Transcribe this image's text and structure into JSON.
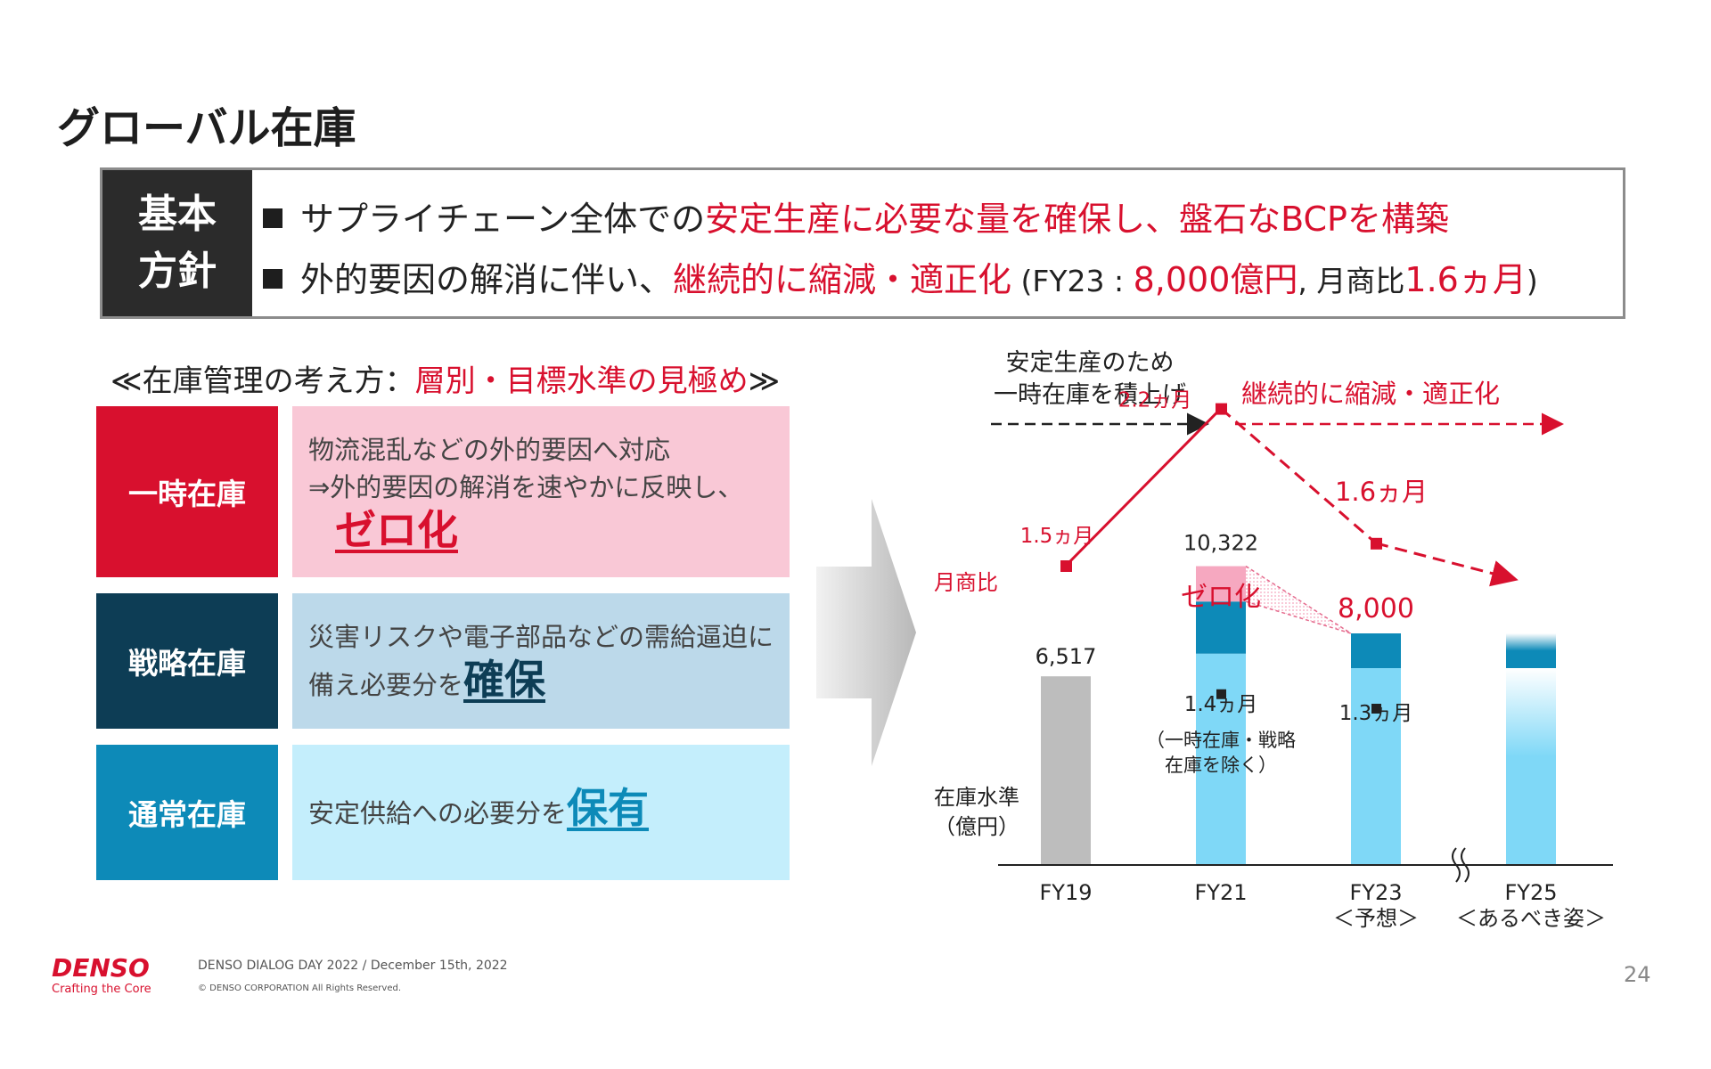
{
  "title": "グローバル在庫",
  "policy": {
    "label_line1": "基本",
    "label_line2": "方針",
    "line1": {
      "pre": "サプライチェーン全体での",
      "emph1": "安定生産に必要な量を確保し、",
      "emph2": "盤石なBCPを構築"
    },
    "line2": {
      "pre": "外的要因の解消に伴い、",
      "emph": "継続的に縮減・適正化",
      "paren_open": " (FY23 : ",
      "amount": "8,000億円",
      "mid": ", 月商比",
      "ratio": "1.6ヵ月",
      "paren_close": ")"
    }
  },
  "subheading": {
    "pre": "≪在庫管理の考え方：",
    "emph": "層別・目標水準の見極め",
    "post": "≫"
  },
  "categories": [
    {
      "label": "一時在庫",
      "color": "#d8102e",
      "bg": "#f9c8d6",
      "desc_line1": "物流混乱などの外的要因へ対応",
      "desc_line2": "⇒外的要因の解消を速やかに反映し、",
      "emph": "ゼロ化",
      "emph_color": "#d8102e"
    },
    {
      "label": "戦略在庫",
      "color": "#0d3d55",
      "bg": "#bcd9ea",
      "desc_line1": "災害リスクや電子部品などの需給逼迫に",
      "desc_line2": "備え必要分を",
      "emph": "確保",
      "emph_color": "#0d3d55"
    },
    {
      "label": "通常在庫",
      "color": "#0d8ab8",
      "bg": "#c4eefc",
      "desc_line1": "安定供給への必要分を",
      "emph": "保有",
      "emph_color": "#0d8ab8"
    }
  ],
  "chart_annotations": {
    "phase1_line1": "安定生産のため",
    "phase1_line2": "一時在庫を積上げ",
    "phase2": "継続的に縮減・適正化",
    "monthly_ratio_label": "月商比",
    "inventory_label_line1": "在庫水準",
    "inventory_label_line2": "（億円）",
    "zero_label": "ゼロ化",
    "fy21_ratio": "1.4ヵ月",
    "fy21_note_line1": "（一時在庫・戦略",
    "fy21_note_line2": "在庫を除く）",
    "fy23_ratio_bar": "1.3ヵ月",
    "fy23_sub": "＜予想＞",
    "fy25_sub": "＜あるべき姿＞"
  },
  "chart_data": {
    "type": "bar",
    "categories": [
      "FY19",
      "FY21",
      "FY23",
      "FY25"
    ],
    "bar_values": [
      6517,
      10322,
      8000,
      null
    ],
    "bar_value_labels": [
      "6,517",
      "10,322",
      "8,000",
      ""
    ],
    "stacked_fy21": {
      "normal": 7300,
      "strategic": 1800,
      "temporary": 1222
    },
    "stacked_fy23": {
      "normal": 6800,
      "strategic": 1200
    },
    "monthly_ratio_line": {
      "name": "月商比",
      "x": [
        "FY19",
        "FY21",
        "FY23",
        "FY25"
      ],
      "values": [
        1.5,
        2.2,
        1.6,
        null
      ],
      "labels": [
        "1.5ヵ月",
        "2.2ヵ月",
        "1.6ヵ月",
        ""
      ]
    },
    "colors": {
      "fy19": "#bdbdbd",
      "normal": "#7fd8f7",
      "strategic": "#0d8ab8",
      "temporary": "#f6a8c0",
      "accent": "#d8102e"
    }
  },
  "footer": {
    "brand": "DENSO",
    "tagline": "Crafting the Core",
    "event": "DENSO DIALOG DAY 2022 / December 15th, 2022",
    "copyright": "© DENSO CORPORATION All Rights Reserved.",
    "page": "24"
  }
}
